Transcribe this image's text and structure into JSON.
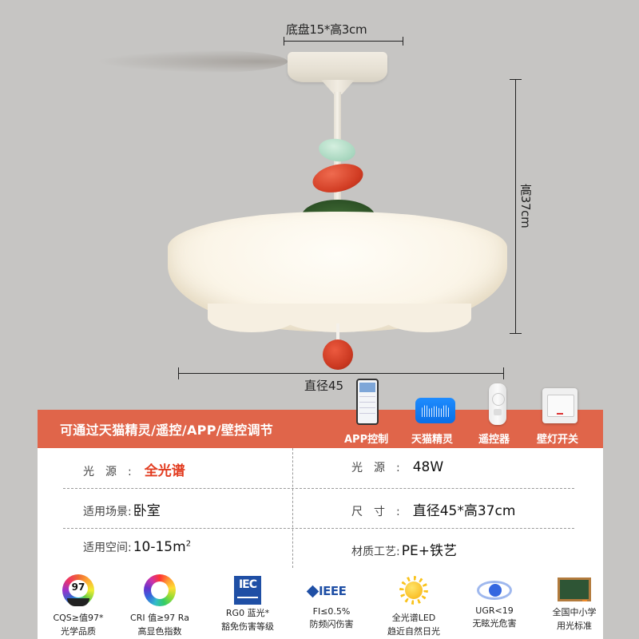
{
  "dimensions": {
    "base": "底盘15*高3cm",
    "height": "高37cm",
    "diameter": "直径45"
  },
  "colors": {
    "background": "#c6c5c3",
    "banner": "#e0654a",
    "accent_text": "#e23b1f",
    "shade": "#fbf5e8",
    "bead_green": "#a7d6be",
    "bead_red": "#d13c23",
    "dome_green": "#2c5025"
  },
  "banner": {
    "title": "可通过天猫精灵/遥控/APP/壁控调节",
    "controls": [
      {
        "icon": "smartphone-app-icon",
        "label": "APP控制"
      },
      {
        "icon": "tmall-genie-speaker-icon",
        "label": "天猫精灵"
      },
      {
        "icon": "remote-control-icon",
        "label": "遥控器"
      },
      {
        "icon": "wall-switch-icon",
        "label": "壁灯开关"
      }
    ]
  },
  "specs": {
    "rows": [
      {
        "left_key": "光源:",
        "left_value": "全光谱",
        "right_key": "光源:",
        "right_value": "48W"
      },
      {
        "left_key": "适用场景:",
        "left_value": "卧室",
        "right_key": "尺寸:",
        "right_value": "直径45*高37cm"
      },
      {
        "left_key": "适用空间:",
        "left_value": "10-15m",
        "left_value_sup": "2",
        "right_key": "材质工艺:",
        "right_value": "PE+铁艺"
      }
    ]
  },
  "certifications": [
    {
      "icon": "cqs-97-badge-icon",
      "icon_text": "97",
      "line1": "CQS≥值97*",
      "line2": "光学品质"
    },
    {
      "icon": "color-wheel-icon",
      "line1": "CRI 值≥97 Ra",
      "line2": "高显色指数"
    },
    {
      "icon": "iec-logo-icon",
      "icon_text": "IEC",
      "line1": "RG0 蓝光*",
      "line2": "豁免伤害等级"
    },
    {
      "icon": "ieee-logo-icon",
      "icon_text": "IEEE",
      "line1": "FI≤0.5%",
      "line2": "防频闪伤害"
    },
    {
      "icon": "sun-icon",
      "line1": "全光谱LED",
      "line2": "趋近自然日光"
    },
    {
      "icon": "eye-icon",
      "line1": "UGR<19",
      "line2": "无眩光危害"
    },
    {
      "icon": "blackboard-icon",
      "line1": "全国中小学",
      "line2": "用光标准"
    }
  ]
}
